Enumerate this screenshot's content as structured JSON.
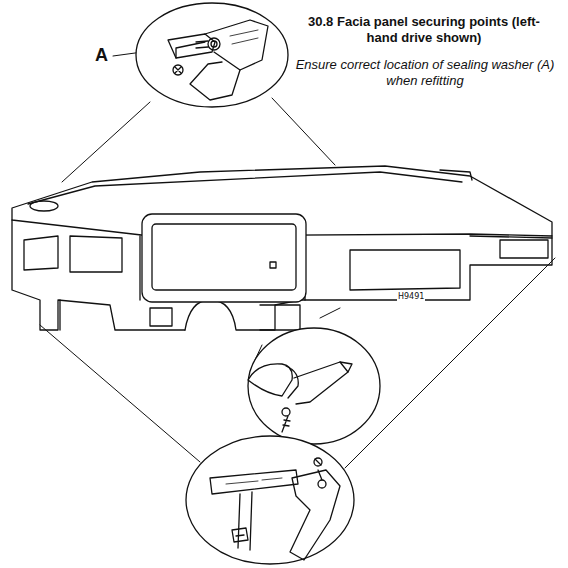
{
  "diagram": {
    "title": "30.8 Facia panel securing points (left-hand drive shown)",
    "caption": "Ensure correct location of sealing washer (A) when refitting",
    "labels": [
      "A",
      "H9491"
    ]
  }
}
